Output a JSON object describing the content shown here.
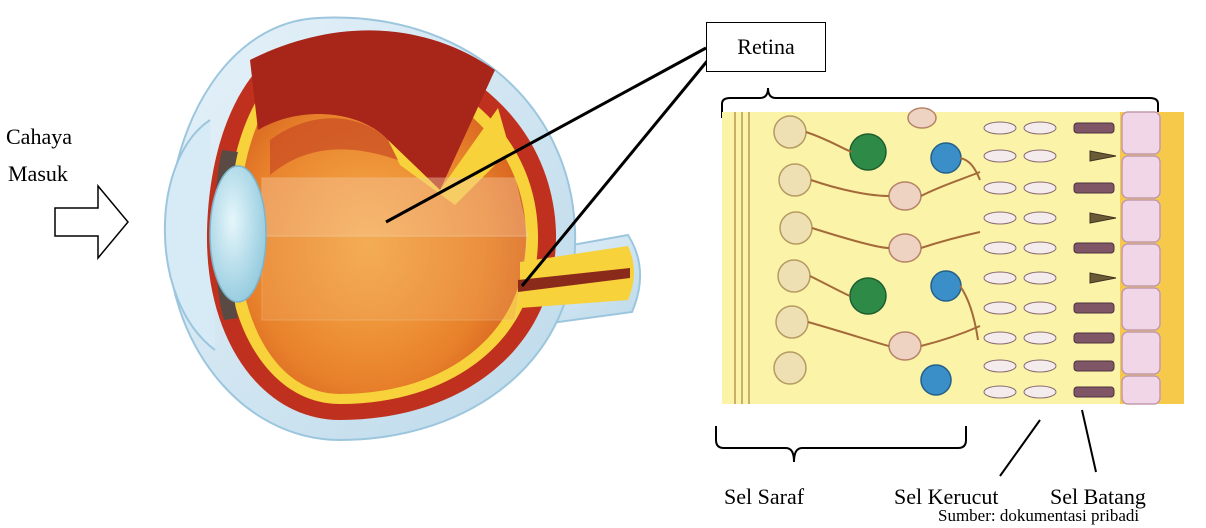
{
  "labels": {
    "light_in_line1": "Cahaya",
    "light_in_line2": "Masuk",
    "retina": "Retina",
    "nerve_cells": "Sel Saraf",
    "cone_cells": "Sel Kerucut",
    "rod_cells": "Sel Batang",
    "source": "Sumber: dokumentasi pribadi"
  },
  "colors": {
    "sclera_outer": "#cfe6f3",
    "sclera_edge": "#9cc6de",
    "choroid_red": "#c0301e",
    "vitreous_orange": "#e8812b",
    "retina_yellow": "#f7d23a",
    "lens_blue": "#9ed3e6",
    "retina_panel_bg": "#fbf4a8",
    "ganglion_cell_green": "#2e8a47",
    "bipolar_cell_blue": "#3b8fc8",
    "pigment_pink": "#f0d6e6",
    "neuron_tan": "#efe0b3",
    "axon_brown": "#a46a3a"
  }
}
